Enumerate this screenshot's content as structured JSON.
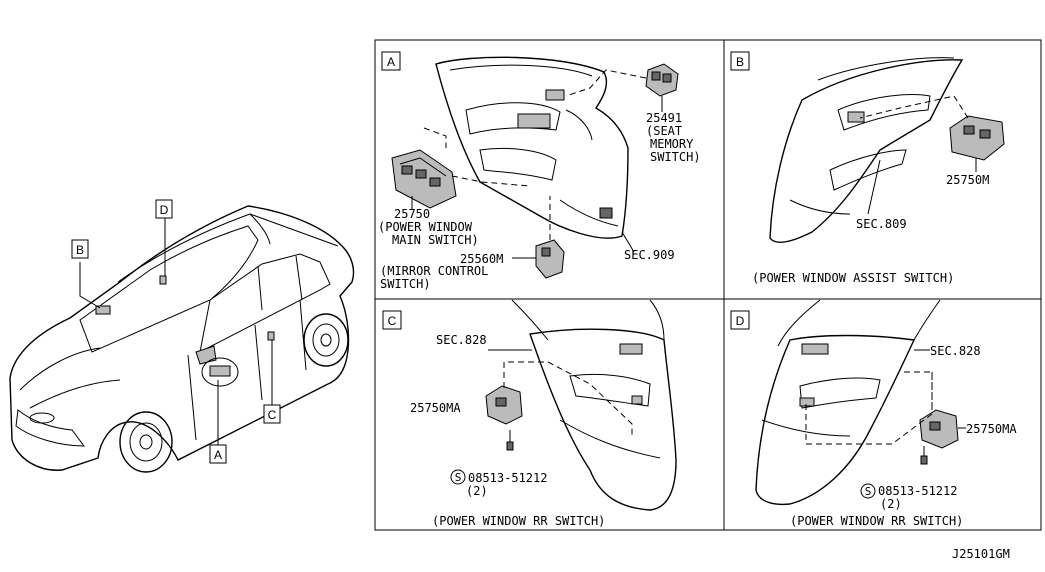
{
  "diagram_id": "J25101GM",
  "vehicle_callouts": [
    "A",
    "B",
    "C",
    "D"
  ],
  "panels": {
    "A": {
      "letter": "A",
      "parts": {
        "seat_memory": {
          "number": "25491",
          "desc": [
            "(SEAT",
            "MEMORY",
            "SWITCH)"
          ]
        },
        "main_switch": {
          "number": "25750",
          "desc": [
            "(POWER WINDOW",
            "MAIN SWITCH)"
          ]
        },
        "mirror": {
          "number": "25560M",
          "desc": [
            "(MIRROR CONTROL",
            "SWITCH)"
          ]
        }
      },
      "section": "SEC.909"
    },
    "B": {
      "letter": "B",
      "part_number": "25750M",
      "section": "SEC.809",
      "caption": "(POWER WINDOW ASSIST SWITCH)"
    },
    "C": {
      "letter": "C",
      "section": "SEC.828",
      "part_number": "25750MA",
      "screw_number": "08513-51212",
      "screw_qty": "(2)",
      "screw_symbol": "S",
      "caption": "(POWER WINDOW RR SWITCH)"
    },
    "D": {
      "letter": "D",
      "section": "SEC.828",
      "part_number": "25750MA",
      "screw_number": "08513-51212",
      "screw_qty": "(2)",
      "screw_symbol": "S",
      "caption": "(POWER WINDOW RR SWITCH)"
    }
  }
}
